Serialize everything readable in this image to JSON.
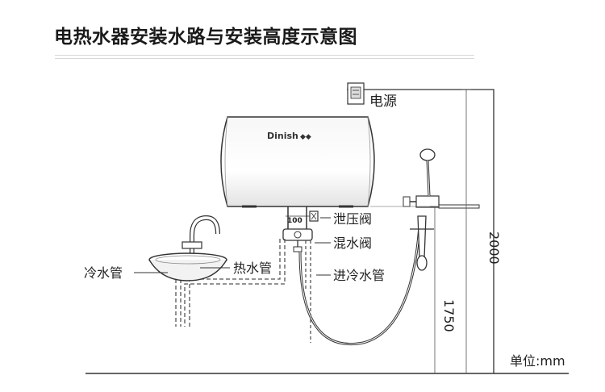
{
  "title": "电热水器安装水路与安装高度示意图",
  "brand_logo": "Dinish",
  "labels": {
    "power": "电源",
    "relief_valve": "泄压阀",
    "mixing_valve": "混水阀",
    "cold_pipe": "冷水管",
    "hot_pipe": "热水管",
    "cold_inlet_pipe": "进冷水管",
    "unit": "单位:mm"
  },
  "dimensions": {
    "height_total": "2000",
    "height_heater": "1750",
    "clearance": "100"
  },
  "colors": {
    "line": "#333333",
    "dash": "#555555",
    "tank_shade": "#e6e6e6"
  }
}
